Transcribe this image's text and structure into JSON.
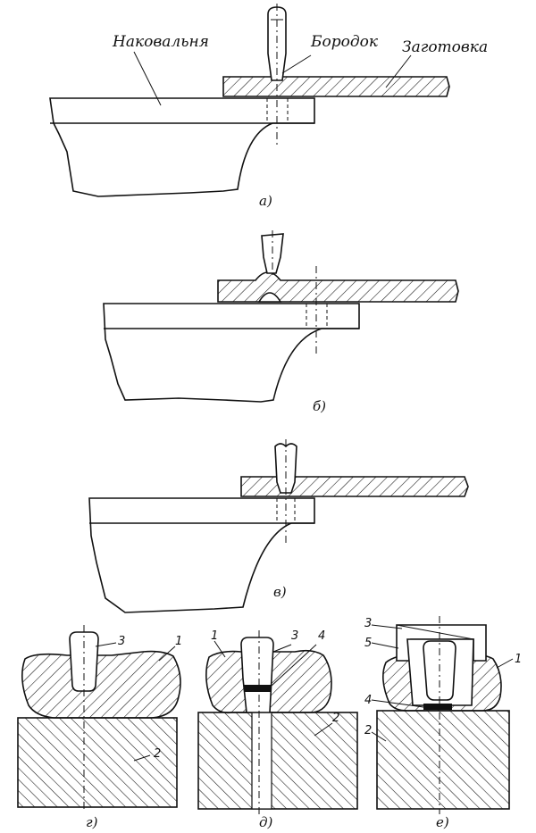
{
  "labels": {
    "anvil": "Наковальня",
    "punch": "Бородок",
    "workpiece": "Заготовка"
  },
  "captions": {
    "a": "а)",
    "b": "б)",
    "v": "в)",
    "g": "г)",
    "d": "д)",
    "e": "е)"
  },
  "numbers": {
    "g": {
      "n3": "3",
      "n1": "1",
      "n2": "2"
    },
    "d": {
      "n1": "1",
      "n3": "3",
      "n4": "4",
      "n2": "2"
    },
    "e": {
      "n3": "3",
      "n5": "5",
      "n1": "1",
      "n4": "4",
      "n2": "2"
    }
  }
}
